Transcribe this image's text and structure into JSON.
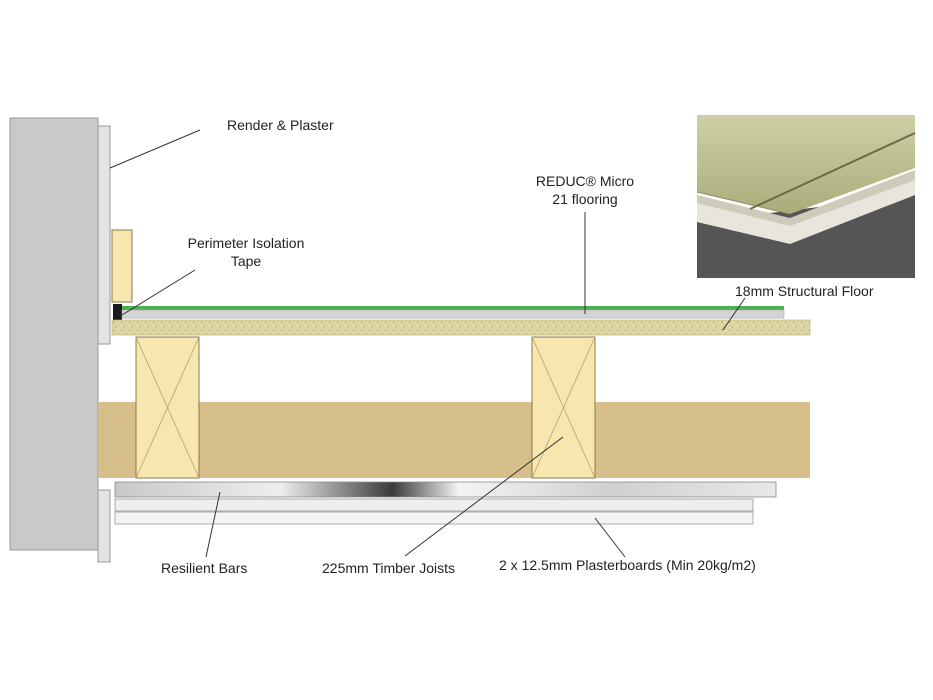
{
  "labels": {
    "render_plaster": "Render & Plaster",
    "perimeter_tape_line1": "Perimeter Isolation",
    "perimeter_tape_line2": "Tape",
    "reduc_line1": "REDUC® Micro",
    "reduc_line2": "21 flooring",
    "structural_floor": "18mm Structural Floor",
    "resilient_bars": "Resilient Bars",
    "timber_joists": "225mm Timber Joists",
    "plasterboards": "2 x 12.5mm Plasterboards (Min 20kg/m2)"
  },
  "colors": {
    "wall": "#c9c9c9",
    "render": "#e3e3e3",
    "reduc_green": "#4fae4f",
    "chipboard": "#dcd7a4",
    "timber": "#f7e7ae",
    "insulation_band": "#d6bf8a",
    "plasterboard": "#eeeeee",
    "leader": "#333333"
  }
}
